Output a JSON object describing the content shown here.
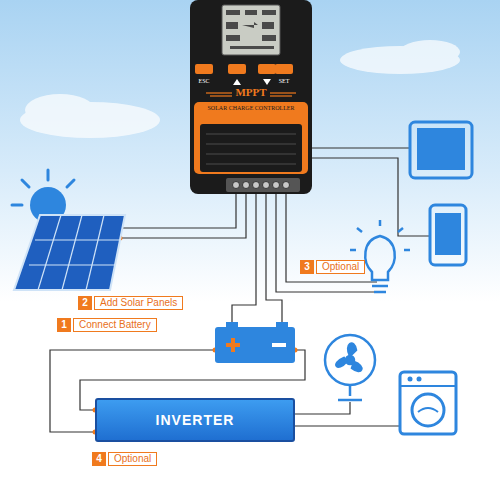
{
  "diagram": {
    "nodes": [
      {
        "text": [
          "MPPT",
          "SOLAR CHARGE CONTROLLER"
        ]
      },
      {
        "text": [
          "ESC"
        ],
        "in": 0
      },
      {
        "text": [
          "SET"
        ],
        "in": 0
      },
      {
        "text": [
          "INVERTER"
        ]
      }
    ],
    "labels": [
      "1",
      "Connect Battery",
      "2",
      "Add Solar Panels",
      "3",
      "Optional",
      "4",
      "Optional"
    ]
  }
}
